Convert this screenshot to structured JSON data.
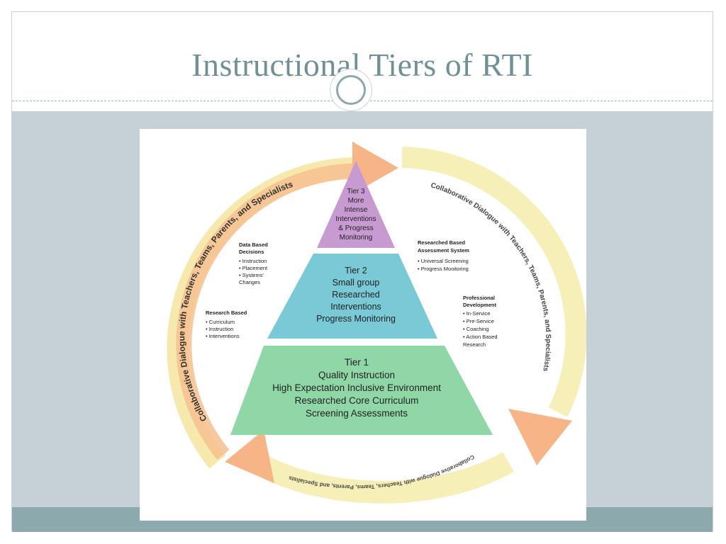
{
  "slide": {
    "title": "Instructional Tiers of RTI"
  },
  "colors": {
    "title": "#6f9196",
    "body_band": "#c5d1d7",
    "footer_band": "#8ca9ad",
    "tier3": "#c79ad2",
    "tier2": "#79c9d6",
    "tier1": "#8fd7a6",
    "arrow_orange": "#f6c08f",
    "arrow_yellow": "#f6ecb0"
  },
  "diagram": {
    "arc_text_left": "Collaborative Dialogue with Teachers, Teams, Parents, and Specialists",
    "arc_text_right": "Collaborative Dialogue with Teachers, Teams, Parents, and Specialists",
    "arc_text_bottom": "Collaborative Dialogue with Teachers, Teams, Parents, and Specialists",
    "tier3": [
      "Tier 3",
      "More",
      "Intense",
      "Interventions",
      "& Progress",
      "Monitoring"
    ],
    "tier2": [
      "Tier 2",
      "Small group",
      "Researched",
      "Interventions",
      "Progress Monitoring"
    ],
    "tier1": [
      "Tier 1",
      "Quality Instruction",
      "High Expectation Inclusive Environment",
      "Researched Core Curriculum",
      "Screening Assessments"
    ],
    "data_based": {
      "heading": [
        "Data Based",
        "Decisions"
      ],
      "items": [
        "• Instruction",
        "• Placement",
        "• Systems'",
        "   Changes"
      ]
    },
    "research_based": {
      "heading": [
        "Research Based"
      ],
      "items": [
        "• Curriculum",
        "• Instruction",
        "• Interventions"
      ]
    },
    "researched_assessment": {
      "heading": [
        "Researched Based",
        "Assessment System"
      ],
      "items": [
        "• Universal Screening",
        "• Progress Monitoring"
      ]
    },
    "professional_dev": {
      "heading": [
        "Professional",
        "Development"
      ],
      "items": [
        "• In-Service",
        "• Pre-Service",
        "• Coaching",
        "• Action Based",
        "   Research"
      ]
    }
  }
}
